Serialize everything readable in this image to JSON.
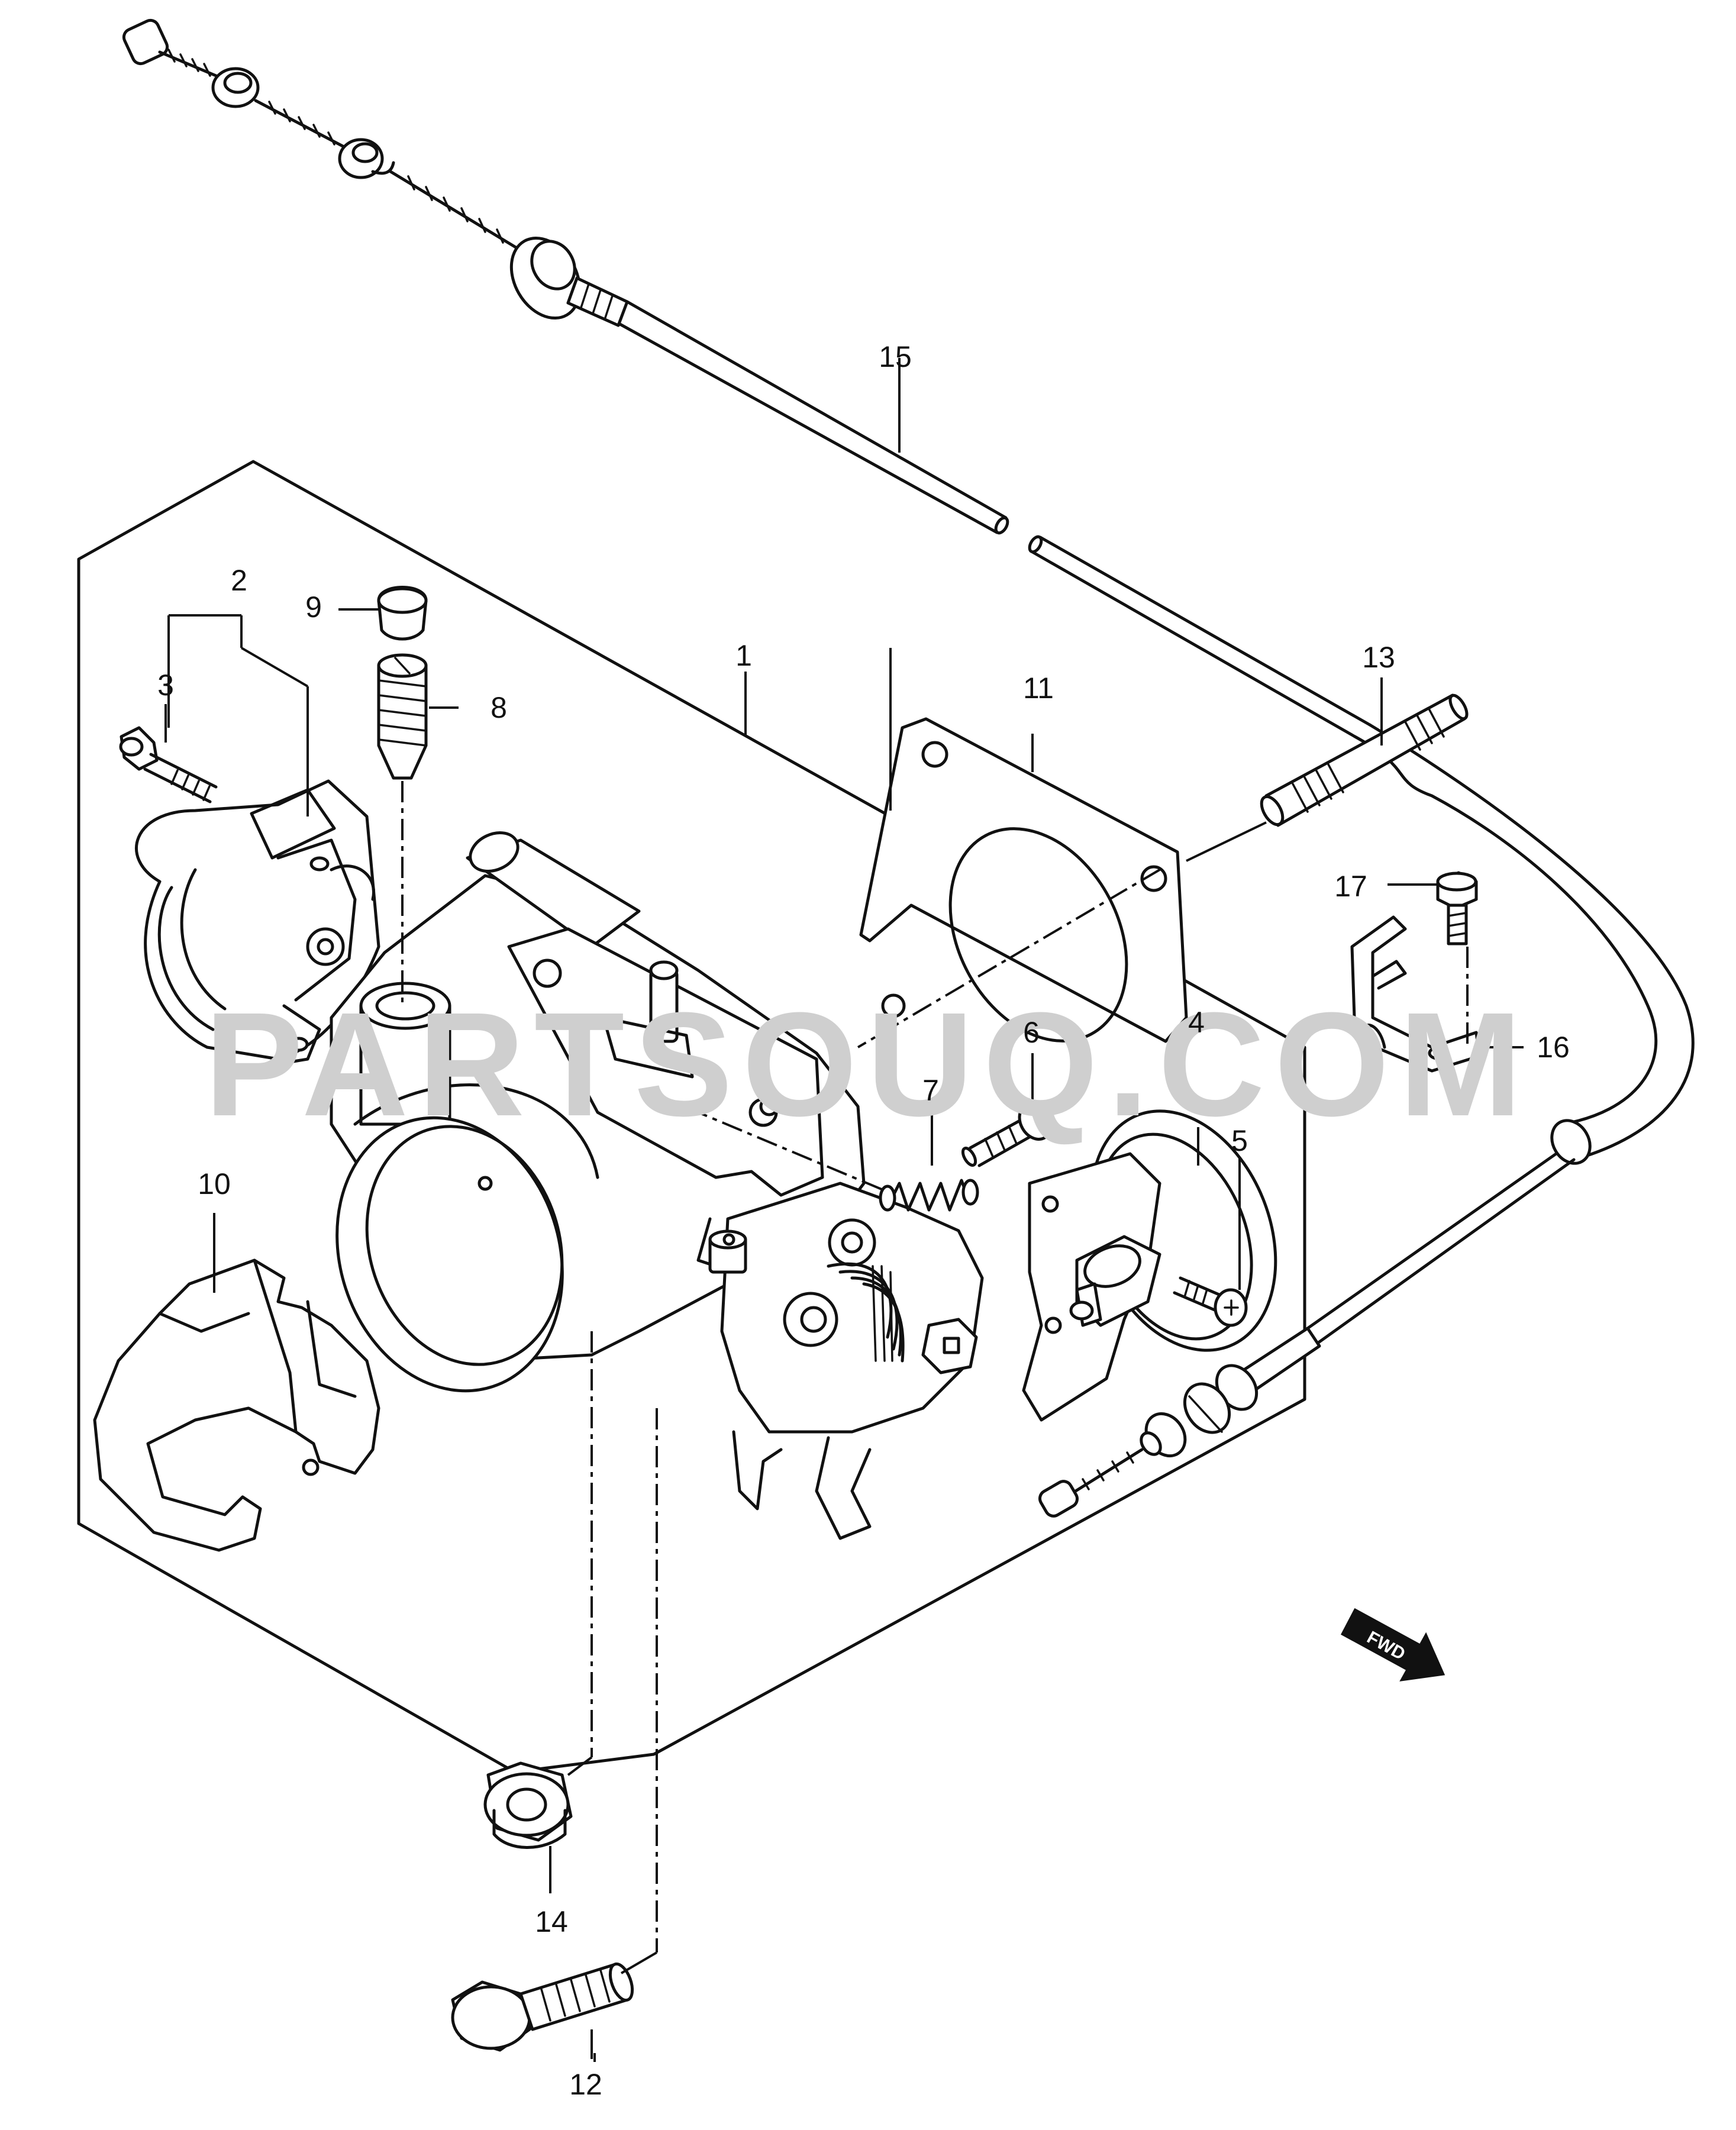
{
  "watermark": "PARTSOUQ.COM",
  "direction_label": "FWD",
  "callouts": {
    "c1": "1",
    "c2": "2",
    "c3": "3",
    "c4": "4",
    "c5": "5",
    "c6": "6",
    "c7": "7",
    "c8": "8",
    "c9": "9",
    "c10": "10",
    "c11": "11",
    "c12": "12",
    "c13": "13",
    "c14": "14",
    "c15": "15",
    "c16": "16",
    "c17": "17"
  }
}
